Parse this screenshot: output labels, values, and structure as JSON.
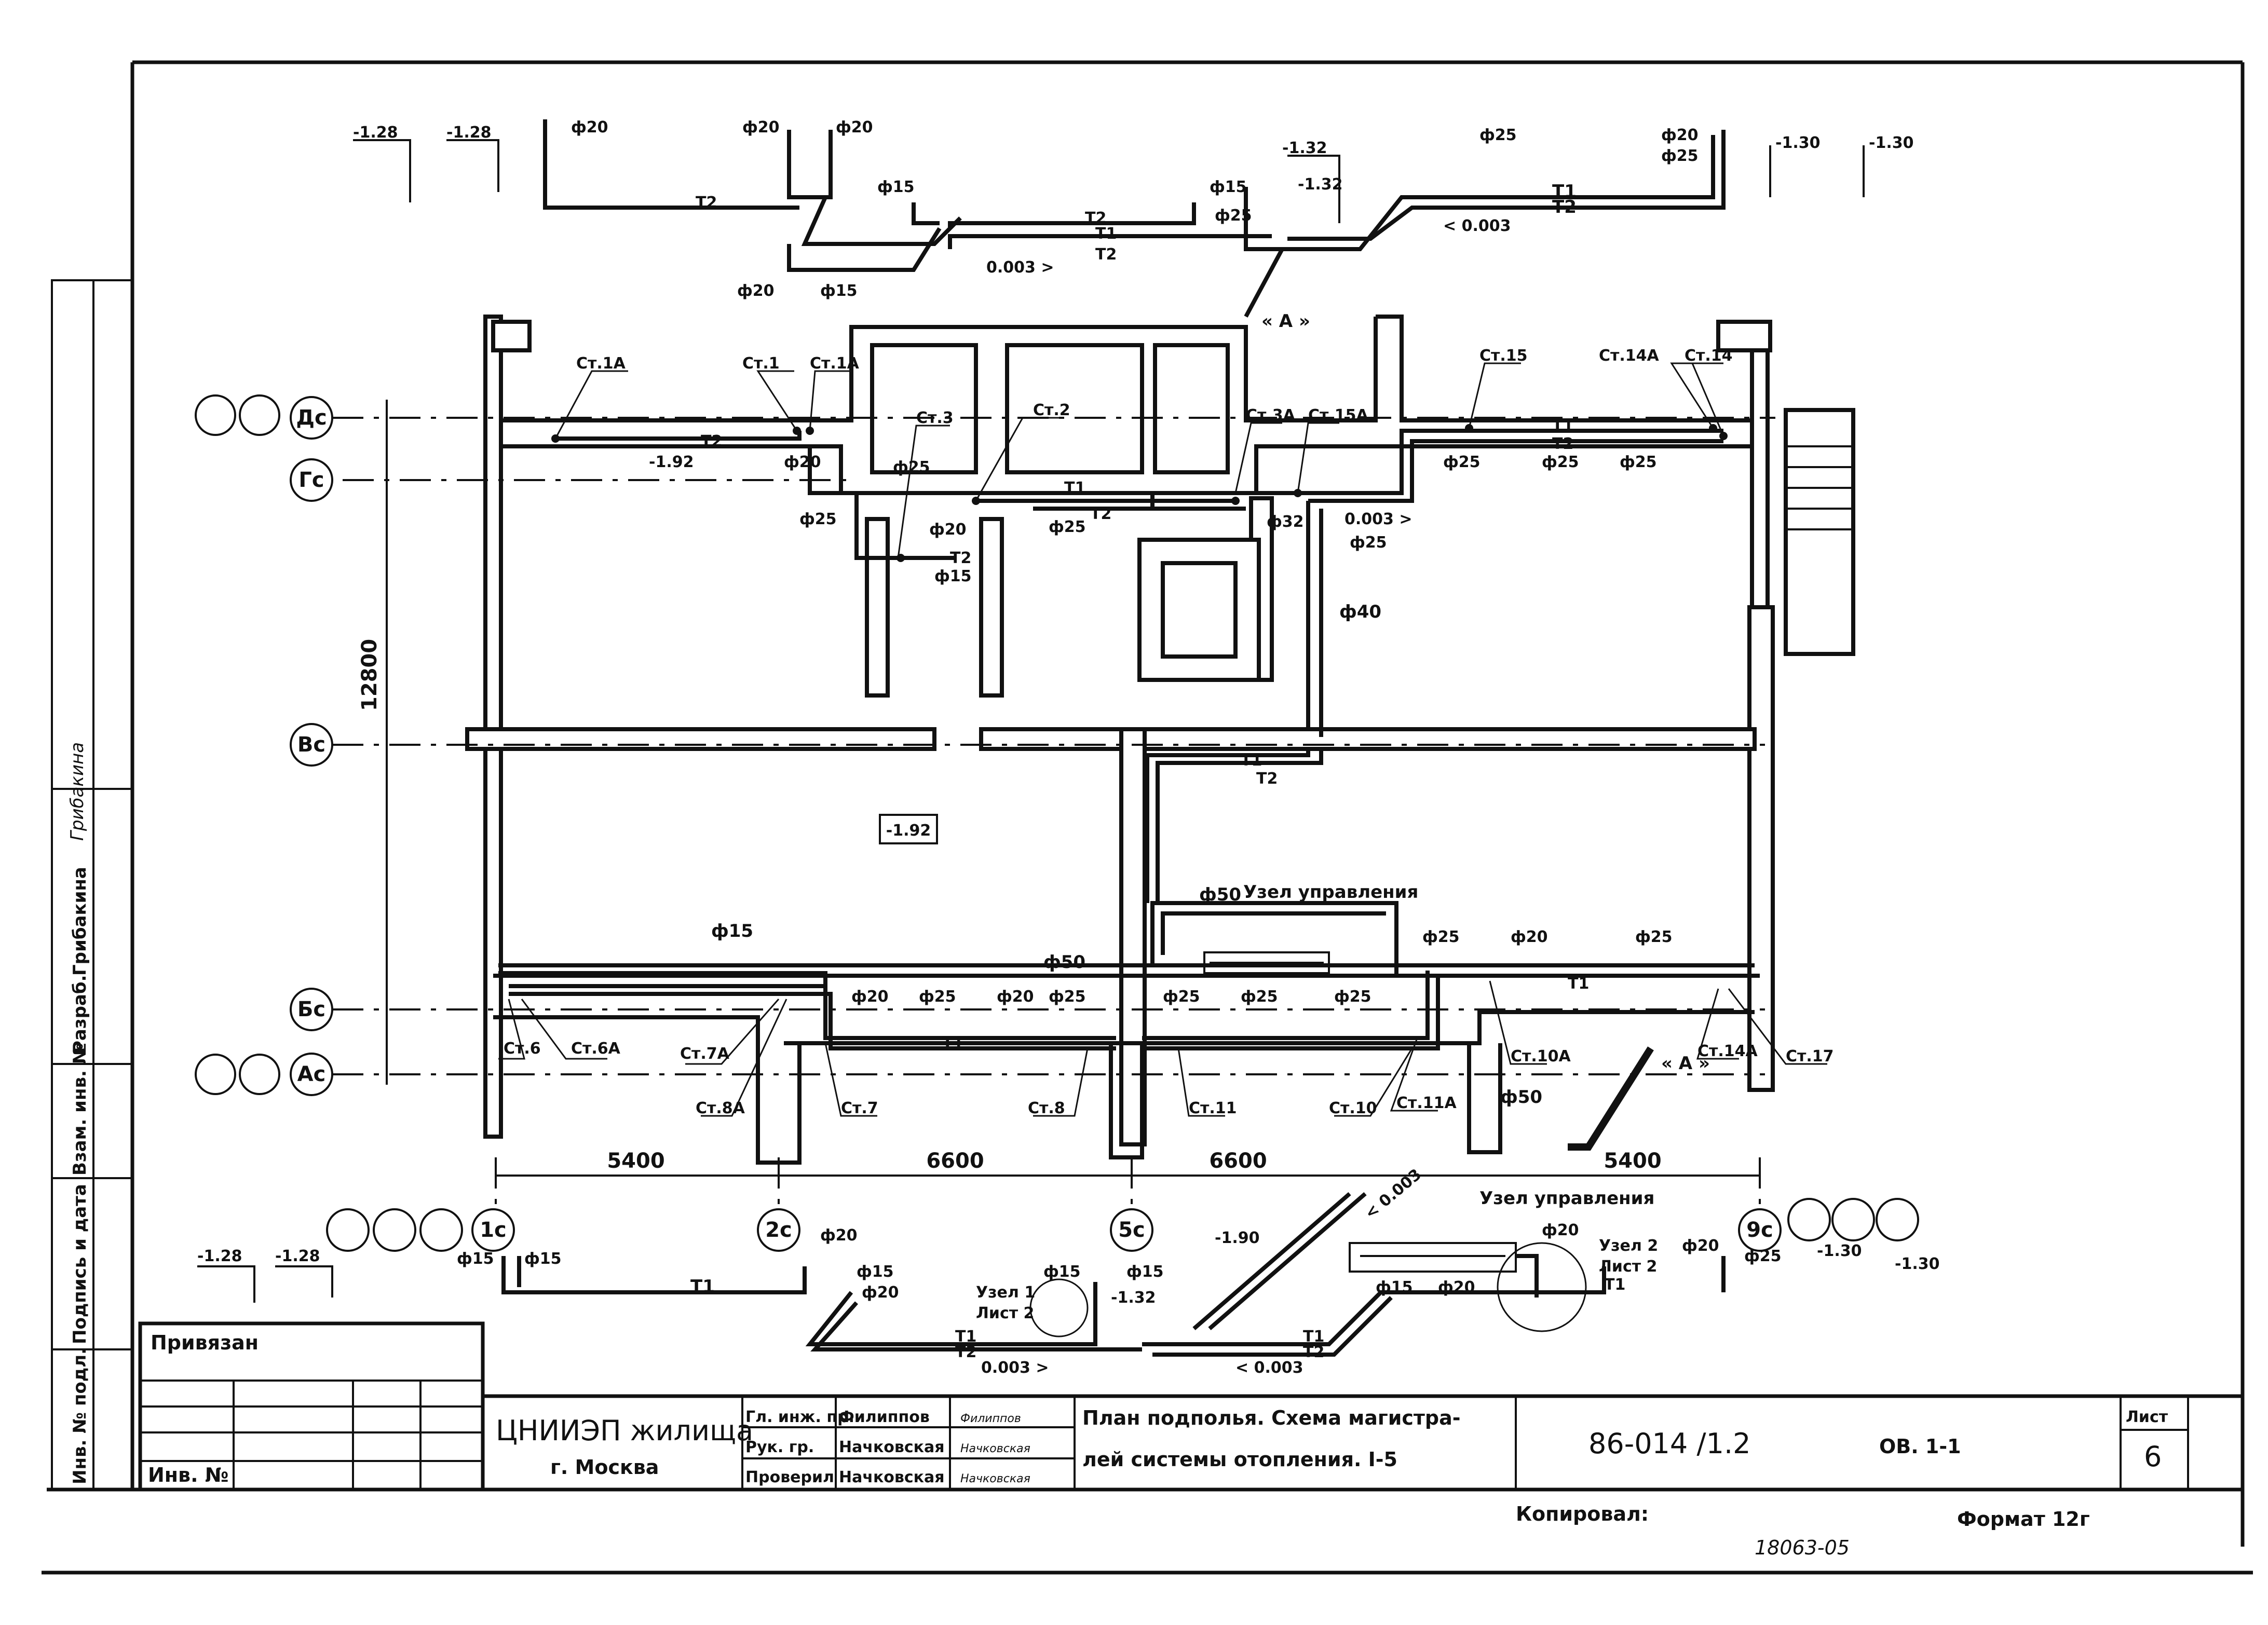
{
  "sheet": {
    "title_line1": "План подполья. Схема магистра-",
    "title_line2": "лей системы отопления. I-5",
    "organization": "ЦНИИЭП жилища",
    "city": "г. Москва",
    "document_code": "86-014 /1.2",
    "section": "ОВ. 1-1",
    "sheet_label": "Лист",
    "sheet_number": "6",
    "bound_label": "Привязан",
    "inv_label": "Инв. №",
    "copied_label": "Копировал:",
    "format_label": "Формат 12г",
    "stamp_number": "18063-05"
  },
  "signatures": [
    {
      "role": "Гл. инж. пр.",
      "name": "Филиппов",
      "sign": "Филиппов"
    },
    {
      "role": "Рук. гр.",
      "name": "Начковская",
      "sign": "Начковская"
    },
    {
      "role": "Проверил",
      "name": "Начковская",
      "sign": "Начковская"
    }
  ],
  "side_stamp": {
    "razrab": "Разраб.",
    "person": "Грибакина",
    "signature": "Грибакина",
    "fields": [
      "Инв. № подл.",
      "Подпись и дата",
      "Взам. инв. №"
    ]
  },
  "axes": {
    "rows": [
      "Дс",
      "Гс",
      "Вс",
      "Бс",
      "Ас"
    ],
    "columns": [
      "1с",
      "2с",
      "5с",
      "9с"
    ]
  },
  "dimensions": {
    "spans": [
      "5400",
      "6600",
      "6600",
      "5400"
    ],
    "height": "12800",
    "floor_level": "-1.92"
  },
  "risers": {
    "top": [
      "Ст.1А",
      "Ст.1",
      "Ст.1А",
      "Ст.3",
      "Ст.2",
      "Ст.3А",
      "Ст.15А",
      "Ст.15",
      "Ст.14А",
      "Ст.14"
    ],
    "bottom": [
      "Ст.6",
      "Ст.6А",
      "Ст.7А",
      "Ст.8А",
      "Ст.7",
      "Ст.8",
      "Ст.11",
      "Ст.10",
      "Ст.11А",
      "Ст.10А",
      "Ст.17",
      "Ст.14А"
    ]
  },
  "nodes": {
    "control_main": "Узел управления",
    "control_lower": "Узел управления",
    "node1": "Узел 1",
    "node1_sheet": "Лист 2",
    "node2": "Узел 2",
    "node2_sheet": "Лист 2",
    "view_a": "« А »",
    "view_a2": "« А »"
  },
  "pipe_labels": {
    "t1": "Т1",
    "t2": "Т2",
    "d15": "ф15",
    "d20": "ф20",
    "d25": "ф25",
    "d32": "ф32",
    "d40": "ф40",
    "d50": "ф50",
    "slope_plus": "0.003 >",
    "slope_minus": "< 0.003",
    "elev_128": "-1.28",
    "elev_132": "-1.32",
    "elev_130": "-1.30",
    "elev_190": "-1.90",
    "elev_192": "-1.92"
  }
}
